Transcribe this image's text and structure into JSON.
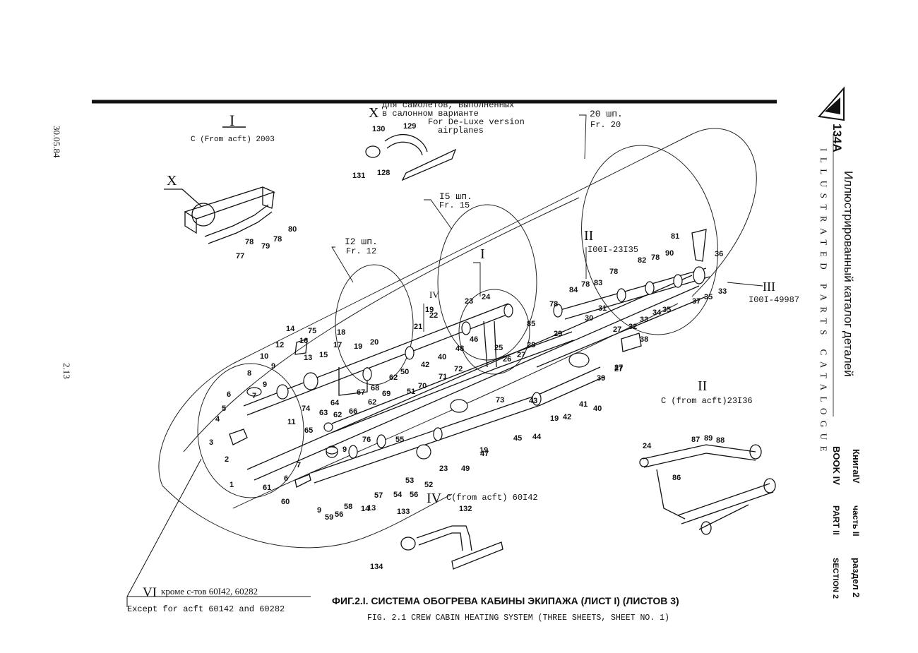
{
  "margin": {
    "date": "30.05.84",
    "page_number": "2.13"
  },
  "header": {
    "cyr_note_line1": "Для самолетов, выполненных",
    "cyr_note_line2": "в салонном варианте",
    "en_note_line1": "For De-Luxe version",
    "en_note_line2": "airplanes",
    "frame_20": "20 шп.",
    "frame_20_en": "Fr. 20",
    "frame_15": "I5 шп.",
    "frame_15_en": "Fr. 15",
    "frame_12": "I2 шп.",
    "frame_12_en": "Fr. 12"
  },
  "views": {
    "I_label": "I",
    "I_note": "C (From acft) 2003",
    "X_label": "X",
    "X_label_top": "X",
    "II_label": "II",
    "II_range": "I00I-23I35",
    "II_detail_label": "II",
    "II_detail_note": "C (from acft)23I36",
    "III_label": "III",
    "III_range": "I00I-49987",
    "IV_label": "IV",
    "IV_note": "C(from acft) 60I42",
    "IV_small": "IV",
    "I_small": "I",
    "VI_label": "VI",
    "VI_note": "кроме с-тов 60I42, 60282",
    "VI_note_en": "Except for acft 60142 and 60282"
  },
  "caption": {
    "ru": "ФИГ.2.I. СИСТЕМА ОБОГРЕВА КАБИНЫ ЭКИПАЖА (ЛИСТ I) (ЛИСТОВ 3)",
    "en": "FIG. 2.1 CREW CABIN HEATING SYSTEM (THREE SHEETS, SHEET NO. 1)"
  },
  "sidebar": {
    "model": "134A",
    "title_ru": "Иллюстрированный каталог деталей",
    "title_en": "ILLUSTRATED PARTS CATALOGUE",
    "book_ru": "КнигаIV",
    "book_en": "BOOK IV",
    "part_ru": "часть II",
    "part_en": "PART II",
    "section_ru": "раздел 2",
    "section_en": "SECTION 2"
  },
  "callouts": [
    {
      "t": "130"
    },
    {
      "t": "129"
    },
    {
      "t": "131"
    },
    {
      "t": "128"
    },
    {
      "t": "80"
    },
    {
      "t": "78"
    },
    {
      "t": "79"
    },
    {
      "t": "78"
    },
    {
      "t": "77"
    },
    {
      "t": "81"
    },
    {
      "t": "82"
    },
    {
      "t": "78"
    },
    {
      "t": "90"
    },
    {
      "t": "36"
    },
    {
      "t": "78"
    },
    {
      "t": "84"
    },
    {
      "t": "78"
    },
    {
      "t": "83"
    },
    {
      "t": "31"
    },
    {
      "t": "37"
    },
    {
      "t": "35"
    },
    {
      "t": "33"
    },
    {
      "t": "30"
    },
    {
      "t": "27"
    },
    {
      "t": "32"
    },
    {
      "t": "33"
    },
    {
      "t": "34"
    },
    {
      "t": "35"
    },
    {
      "t": "78"
    },
    {
      "t": "85"
    },
    {
      "t": "29"
    },
    {
      "t": "38"
    },
    {
      "t": "27"
    },
    {
      "t": "23"
    },
    {
      "t": "24"
    },
    {
      "t": "19"
    },
    {
      "t": "22"
    },
    {
      "t": "21"
    },
    {
      "t": "14"
    },
    {
      "t": "75"
    },
    {
      "t": "16"
    },
    {
      "t": "18"
    },
    {
      "t": "19"
    },
    {
      "t": "20"
    },
    {
      "t": "12"
    },
    {
      "t": "13"
    },
    {
      "t": "15"
    },
    {
      "t": "17"
    },
    {
      "t": "10"
    },
    {
      "t": "9"
    },
    {
      "t": "8"
    },
    {
      "t": "9"
    },
    {
      "t": "7"
    },
    {
      "t": "6"
    },
    {
      "t": "5"
    },
    {
      "t": "4"
    },
    {
      "t": "3"
    },
    {
      "t": "25"
    },
    {
      "t": "26"
    },
    {
      "t": "27"
    },
    {
      "t": "28"
    },
    {
      "t": "46"
    },
    {
      "t": "48"
    },
    {
      "t": "40"
    },
    {
      "t": "42"
    },
    {
      "t": "71"
    },
    {
      "t": "72"
    },
    {
      "t": "50"
    },
    {
      "t": "62"
    },
    {
      "t": "51"
    },
    {
      "t": "70"
    },
    {
      "t": "67"
    },
    {
      "t": "68"
    },
    {
      "t": "69"
    },
    {
      "t": "62"
    },
    {
      "t": "64"
    },
    {
      "t": "66"
    },
    {
      "t": "74"
    },
    {
      "t": "11"
    },
    {
      "t": "63"
    },
    {
      "t": "62"
    },
    {
      "t": "65"
    },
    {
      "t": "76"
    },
    {
      "t": "55"
    },
    {
      "t": "73"
    },
    {
      "t": "43"
    },
    {
      "t": "41"
    },
    {
      "t": "39"
    },
    {
      "t": "27"
    },
    {
      "t": "40"
    },
    {
      "t": "19"
    },
    {
      "t": "42"
    },
    {
      "t": "45"
    },
    {
      "t": "44"
    },
    {
      "t": "47"
    },
    {
      "t": "19"
    },
    {
      "t": "49"
    },
    {
      "t": "23"
    },
    {
      "t": "52"
    },
    {
      "t": "53"
    },
    {
      "t": "54"
    },
    {
      "t": "56"
    },
    {
      "t": "57"
    },
    {
      "t": "2"
    },
    {
      "t": "1"
    },
    {
      "t": "7"
    },
    {
      "t": "6"
    },
    {
      "t": "61"
    },
    {
      "t": "60"
    },
    {
      "t": "9"
    },
    {
      "t": "59"
    },
    {
      "t": "56"
    },
    {
      "t": "58"
    },
    {
      "t": "14"
    },
    {
      "t": "13"
    },
    {
      "t": "9"
    },
    {
      "t": "24"
    },
    {
      "t": "87"
    },
    {
      "t": "89"
    },
    {
      "t": "88"
    },
    {
      "t": "86"
    },
    {
      "t": "133"
    },
    {
      "t": "132"
    },
    {
      "t": "134"
    }
  ]
}
